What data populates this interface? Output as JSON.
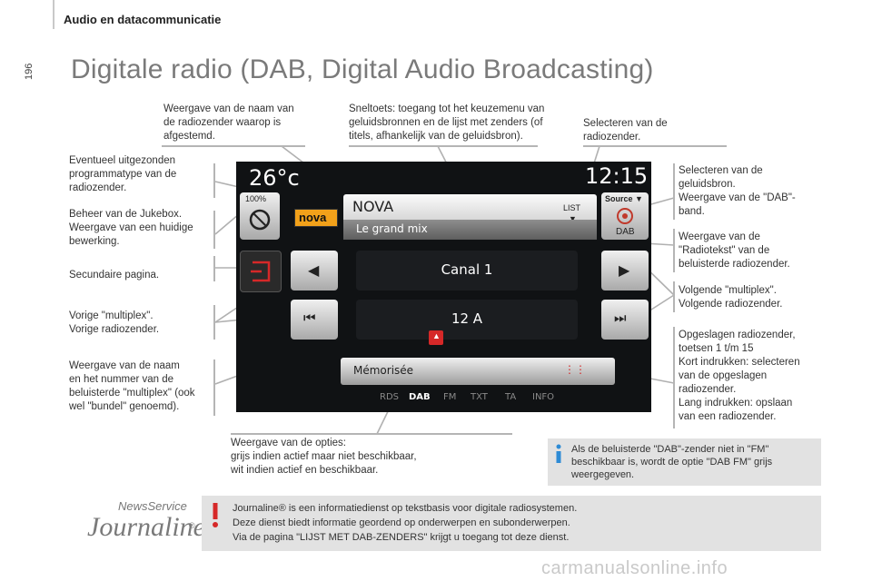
{
  "header": {
    "section_title": "Audio en datacommunicatie",
    "page_number": "196"
  },
  "page_title": "Digitale radio (DAB, Digital Audio Broadcasting)",
  "callouts": {
    "station_name": "Weergave van de naam van\nde radiozender waarop is\nafgestemd.",
    "shortcut": "Sneltoets: toegang tot het keuzemenu van\ngeluidsbronnen en de lijst met zenders (of\ntitels, afhankelijk van de geluidsbron).",
    "select_station": "Selecteren van de\nradiozender.",
    "program_type": "Eventueel uitgezonden\nprogrammatype van de\nradiozender.",
    "jukebox": "Beheer van de Jukebox.\nWeergave van een huidige\nbewerking.",
    "secondary_page": "Secundaire pagina.",
    "previous": "Vorige \"multiplex\".\nVorige radiozender.",
    "multiplex_name": "Weergave van de naam\nen het nummer van de\nbeluisterde \"multiplex\" (ook\nwel \"bundel\" genoemd).",
    "select_source": "Selecteren van de\ngeluidsbron.\nWeergave van de \"DAB\"-\nband.",
    "radiotext": "Weergave van de\n\"Radiotekst\" van de\nbeluisterde radiozender.",
    "next": "Volgende \"multiplex\".\nVolgende radiozender.",
    "presets": "Opgeslagen radiozender,\ntoetsen 1 t/m 15\nKort indrukken: selecteren\nvan de opgeslagen\nradiozender.\nLang indrukken: opslaan\nvan een radiozender.",
    "options": "Weergave van de opties:\ngrijs indien actief maar niet beschikbaar,\nwit indien actief en beschikbaar."
  },
  "screen": {
    "temperature": "26°c",
    "time": "12:15",
    "volume_label": "100%",
    "station_logo": "nova",
    "station_name": "NOVA",
    "list_label": "LIST",
    "radiotext": "Le grand mix",
    "source_label": "Source ▼",
    "dab_label": "DAB",
    "multiplex_name": "Canal 1",
    "multiplex_number": "12 A",
    "memorised_label": "Mémorisée",
    "options": [
      "RDS",
      "DAB",
      "FM",
      "TXT",
      "TA",
      "INFO"
    ]
  },
  "info_box": {
    "icon": "info-icon",
    "text": "Als de beluisterde \"DAB\"-zender niet in \"FM\"\nbeschikbaar is, wordt de optie \"DAB FM\" grijs\nweergegeven."
  },
  "warning_box": {
    "icon": "exclamation-icon",
    "logo_top": "NewsService",
    "logo_main": "Journaline",
    "logo_reg": "®",
    "line1": "Journaline® is een informatiedienst op tekstbasis voor digitale radiosystemen.",
    "line2": "Deze dienst biedt informatie geordend op onderwerpen en subonderwerpen.",
    "line3": "Via de pagina \"LIJST MET DAB-ZENDERS\" krijgt u toegang tot deze dienst."
  },
  "watermark": "carmanualsonline.info",
  "colors": {
    "accent_red": "#d62828",
    "info_blue": "#2d8bd5",
    "box_grey": "#e2e2e2"
  }
}
